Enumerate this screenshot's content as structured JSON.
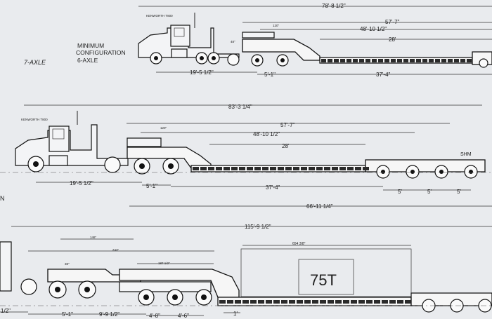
{
  "config_top": {
    "axle_label": "7-AXLE",
    "min_config_line1": "MINIMUM",
    "min_config_line2": "CONFIGURATION",
    "min_config_line3": "6-AXLE",
    "truck_model": "KENWORTH T800",
    "dims": {
      "overall": "78'-8 1/2\"",
      "d57_7": "57'-7\"",
      "d48_10": "48'-10 1/2\"",
      "d120": "120\"",
      "d28": "28'",
      "d48": "48\"",
      "d19_5": "19'-5 1/2\"",
      "d5_1": "5'-1\"",
      "d37_4": "37'-4\""
    }
  },
  "config_mid": {
    "truck_model": "KENWORTH T800",
    "label_shm": "SHM",
    "dims": {
      "overall": "83'-3 1/4\"",
      "d57_7": "57'-7\"",
      "d48_10": "48'-10 1/2\"",
      "d120": "120\"",
      "d28": "28'",
      "d19_5": "19'-5 1/2\"",
      "d5_1": "5'-1\"",
      "d37_4": "37'-4\"",
      "d5a": "5'",
      "d5b": "5'",
      "d5c": "5'"
    }
  },
  "config_bottom": {
    "load_label": "75T",
    "left_edge_letter": "N",
    "dims": {
      "d66_11": "66'-11 1/4\"",
      "d115_9": "115'-9 1/2\"",
      "d146": "146\"",
      "d243": "243\"",
      "d654": "654 3/8\"",
      "d187": "187 1/2\"",
      "d38": "38\"",
      "d_left": "1/2\"",
      "d5_1": "5'-1\"",
      "d9_9": "9'-9 1/2\"",
      "d4_8": "4'-8\"",
      "d4_6": "4'-6\"",
      "d1": "1'"
    }
  }
}
